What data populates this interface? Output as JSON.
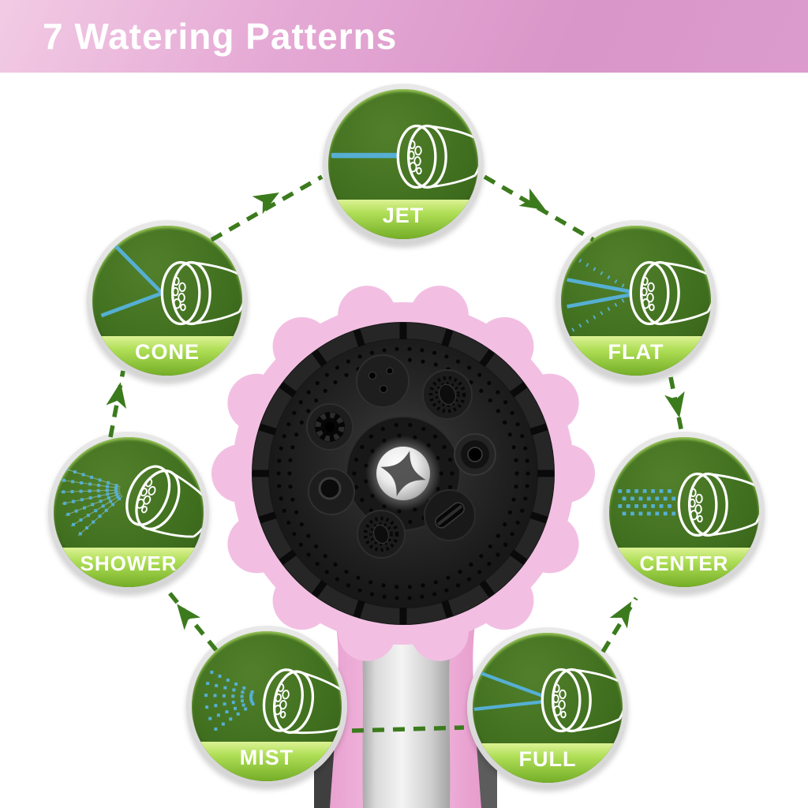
{
  "header": {
    "title": "7 Watering Patterns"
  },
  "patterns": [
    {
      "id": "jet",
      "label": "JET",
      "position": "top",
      "icon": "jet-spray-icon"
    },
    {
      "id": "flat",
      "label": "FLAT",
      "position": "top-right",
      "icon": "flat-spray-icon"
    },
    {
      "id": "center",
      "label": "CENTER",
      "position": "right",
      "icon": "center-spray-icon"
    },
    {
      "id": "full",
      "label": "FULL",
      "position": "bottom-right",
      "icon": "full-spray-icon"
    },
    {
      "id": "mist",
      "label": "MIST",
      "position": "bottom-left",
      "icon": "mist-spray-icon"
    },
    {
      "id": "shower",
      "label": "SHOWER",
      "position": "left",
      "icon": "shower-spray-icon"
    },
    {
      "id": "cone",
      "label": "CONE",
      "position": "top-left",
      "icon": "cone-spray-icon"
    }
  ],
  "center_illustration": {
    "name": "spray-nozzle-dial"
  },
  "flow_arrows": [
    {
      "from": "shower",
      "to": "cone"
    },
    {
      "from": "cone",
      "to": "jet"
    },
    {
      "from": "jet",
      "to": "flat"
    },
    {
      "from": "flat",
      "to": "center"
    },
    {
      "from": "full",
      "to": "center"
    },
    {
      "from": "mist",
      "to": "shower"
    },
    {
      "from": "full",
      "to": "mist",
      "connector": true
    }
  ],
  "colors": {
    "banner_pink_light": "#f2cbe4",
    "banner_pink_dark": "#d996c8",
    "badge_green_dark": "#3e6f1e",
    "badge_green_light": "#aede55",
    "arrow_green": "#3c7b1d",
    "spray_blue": "#56afd3",
    "nozzle_pink": "#f2bfe2",
    "label_text": "#ffffff"
  }
}
